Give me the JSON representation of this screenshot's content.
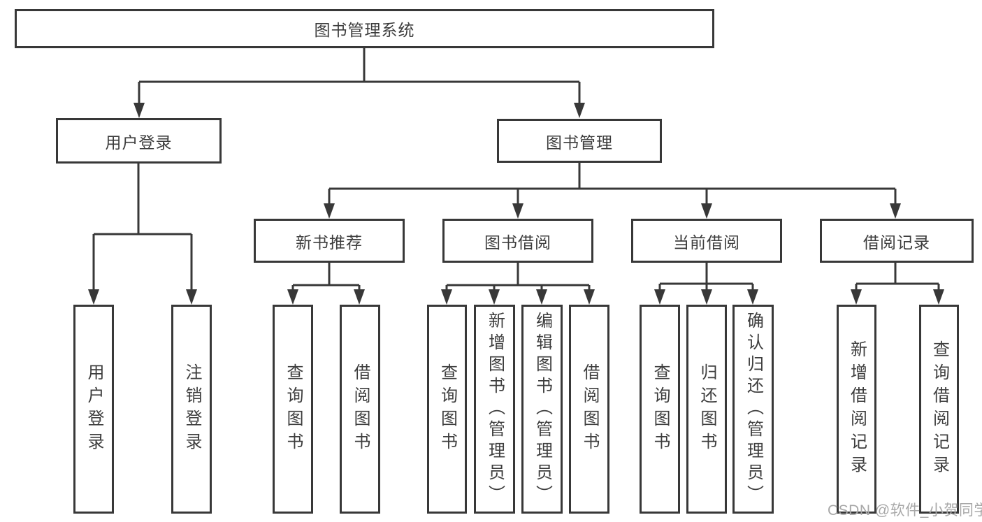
{
  "nodes": {
    "root": "图书管理系统",
    "user_login": "用户登录",
    "book_mgmt": "图书管理",
    "new_book_rec": "新书推荐",
    "book_borrow": "图书借阅",
    "current_borrow": "当前借阅",
    "borrow_record": "借阅记录",
    "ul_login": "用户登录",
    "ul_logout": "注销登录",
    "nb_query": "查询图书",
    "nb_borrow": "借阅图书",
    "bb_query": "查询图书",
    "bb_add": "新增图书（管理员）",
    "bb_edit": "编辑图书（管理员）",
    "bb_borrow": "借阅图书",
    "cb_query": "查询图书",
    "cb_return": "归还图书",
    "cb_confirm": "确认归还（管理员）",
    "br_add": "新增借阅记录",
    "br_query": "查询借阅记录"
  },
  "watermark": "CSDN @软件_小贺同学",
  "colors": {
    "line": "#383838",
    "text": "#3d3d3d",
    "watermark": "#a8a8a8",
    "background": "#ffffff"
  }
}
